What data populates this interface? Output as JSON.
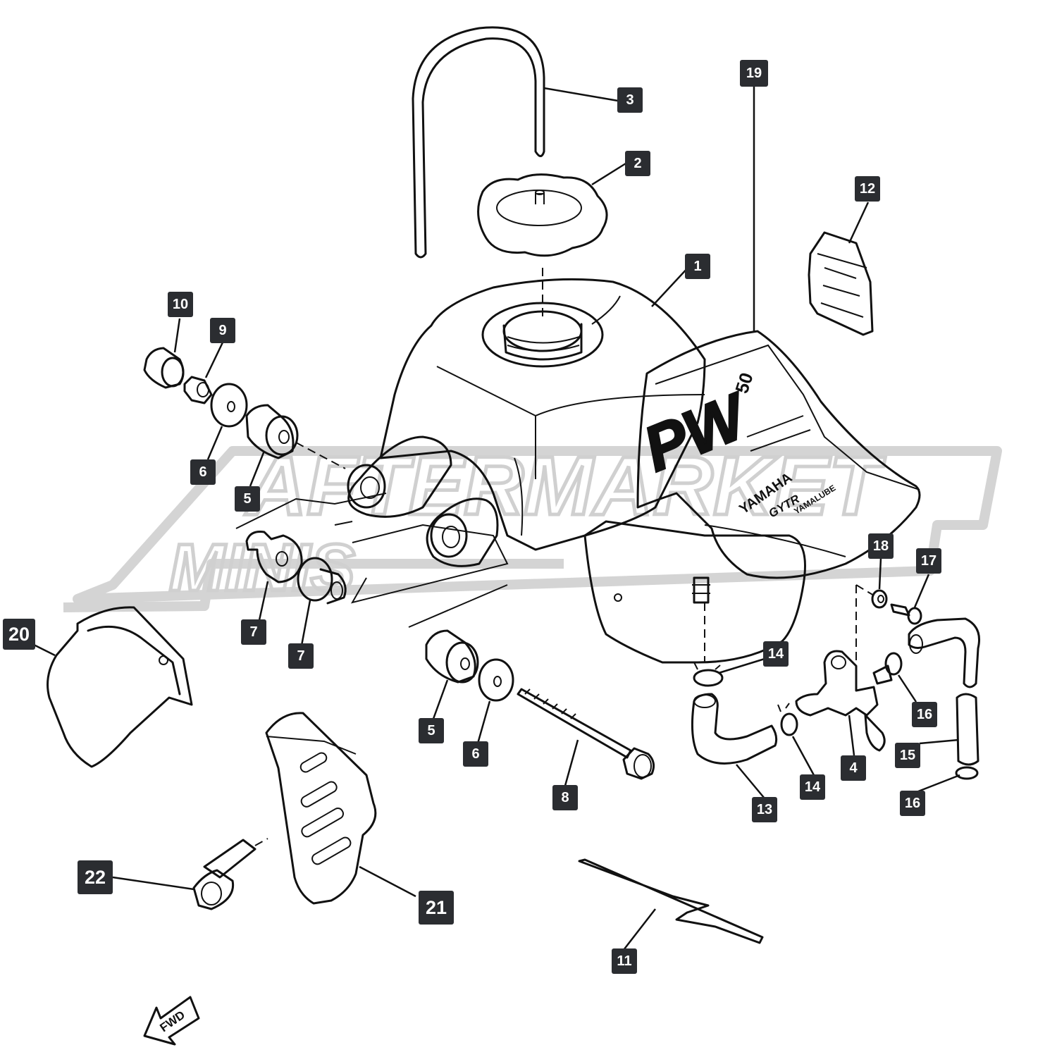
{
  "diagram": {
    "watermark_line1": "AFTERMARKET",
    "watermark_line2": "MINIS",
    "decal": {
      "model": "PW",
      "model_size": "50",
      "brand": "YAMAHA",
      "sub1": "GYTR",
      "sub2": "YAMALUBE"
    },
    "direction": "FWD",
    "callouts": {
      "c1": "1",
      "c2": "2",
      "c3": "3",
      "c4": "4",
      "c5a": "5",
      "c5b": "5",
      "c6a": "6",
      "c6b": "6",
      "c7a": "7",
      "c7b": "7",
      "c8": "8",
      "c9": "9",
      "c10": "10",
      "c11": "11",
      "c12": "12",
      "c13": "13",
      "c14a": "14",
      "c14b": "14",
      "c15": "15",
      "c16a": "16",
      "c16b": "16",
      "c17": "17",
      "c18": "18",
      "c19": "19",
      "c20": "20",
      "c21": "21",
      "c22": "22"
    }
  }
}
